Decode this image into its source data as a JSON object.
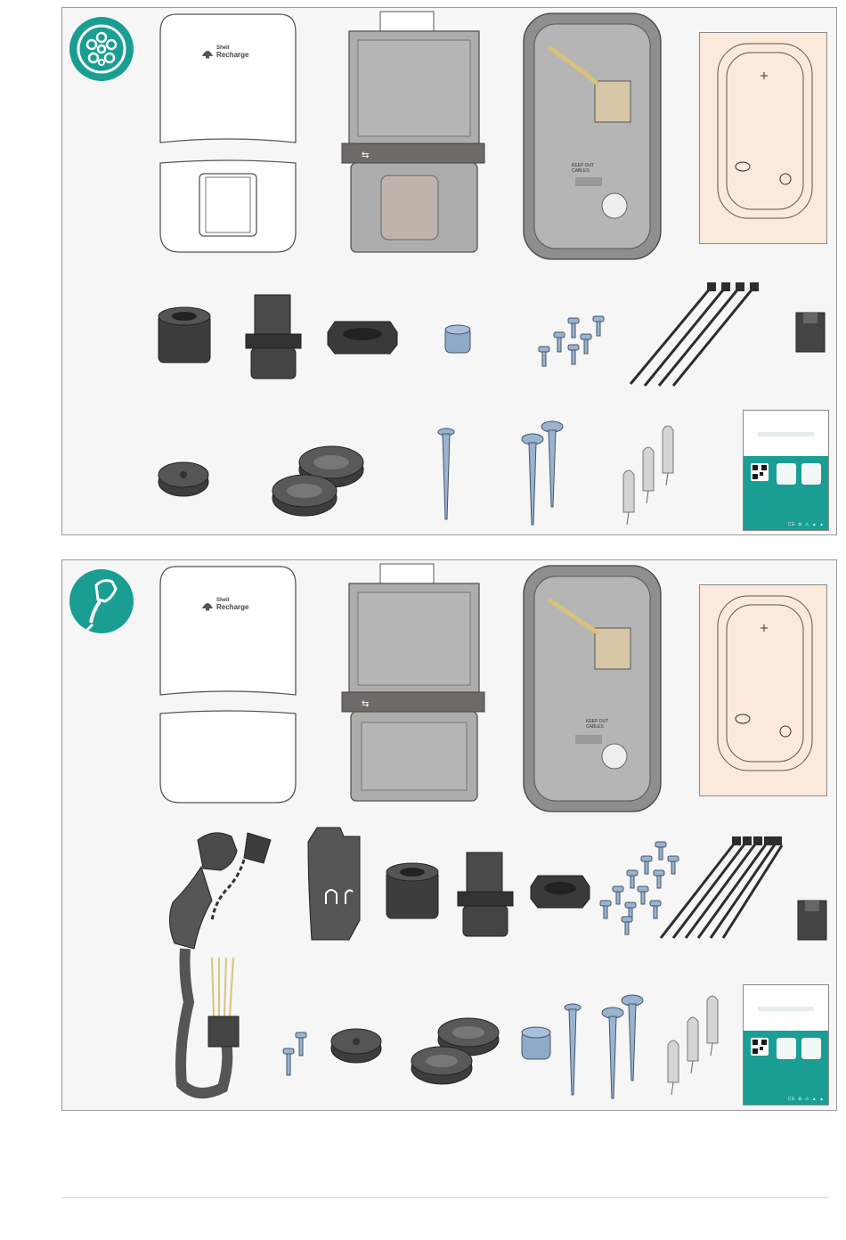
{
  "brand": {
    "mark": "Shell",
    "name": "Recharge"
  },
  "panels": [
    {
      "id": "socket-version",
      "badge_icon": "type2-socket-icon"
    },
    {
      "id": "cable-version",
      "badge_icon": "charging-plug-icon"
    }
  ],
  "labels": {
    "keep_out": "KEEP OUT",
    "cables": "CABLES"
  },
  "booklet": {
    "footer": "CE ♻ ⚠ ▲ ▲"
  },
  "colors": {
    "teal": "#1a9e94",
    "template_fill": "#fbeadb",
    "cover_fill": "#ffffff",
    "plastic_dark": "#4a4a4a",
    "metal": "#8fa9c9",
    "rule": "#f2cf78"
  }
}
